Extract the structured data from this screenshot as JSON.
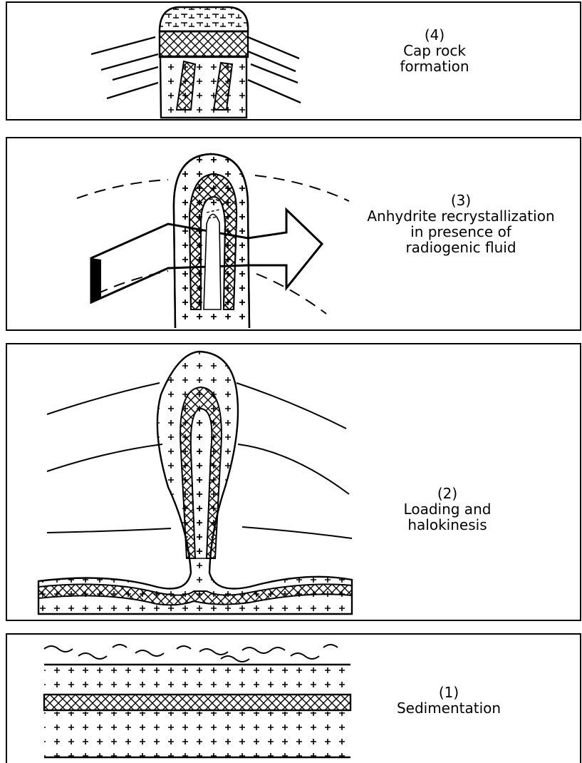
{
  "stages": [
    {
      "number": "(4)",
      "lines": [
        "Cap rock",
        "formation"
      ]
    },
    {
      "number": "(3)",
      "lines": [
        "Anhydrite recrystallization",
        "in presence of",
        "radiogenic fluid"
      ]
    },
    {
      "number": "(2)",
      "lines": [
        "Loading and",
        "halokinesis"
      ]
    },
    {
      "number": "(1)",
      "lines": [
        "Sedimentation"
      ]
    }
  ]
}
